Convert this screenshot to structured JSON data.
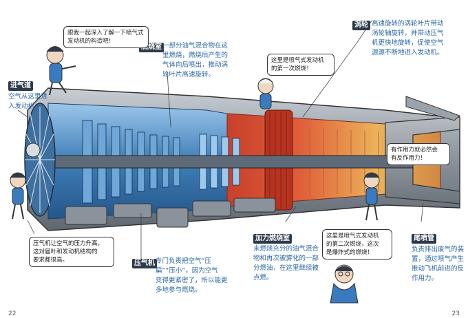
{
  "labels": {
    "inlet": {
      "tag": "进气道",
      "desc": [
        "空气从这里进",
        "入发动机。"
      ]
    },
    "combustor": {
      "tag": "燃烧室",
      "desc": [
        "一部分油气混合物在这",
        "里燃烧，燃烧后产生的",
        "气体向后喷出，推动涡",
        "轮叶片高速旋转。"
      ]
    },
    "turbine": {
      "tag": "涡轮",
      "desc": [
        "高速旋转的涡轮叶片带动",
        "涡轮轴旋转，并带动压气",
        "机更快地旋转，促使空气",
        "源源不断地进入发动机。"
      ]
    },
    "compressor": {
      "tag": "压气机",
      "desc": [
        "专门负责把空气“压",
        "扁”“压小”，因为空气",
        "变得更紧密了，所以能更",
        "多地参与燃烧。"
      ]
    },
    "afterburner": {
      "tag": "加力燃烧室",
      "desc": [
        "未燃烧充分的油气混合",
        "物和再次被雾化的一部",
        "分燃油，在这里继续被",
        "点燃。"
      ]
    },
    "nozzle": {
      "tag": "尾喷管",
      "desc": [
        "负责排出废气的装",
        "置，通过喷气产生",
        "推动飞机前进的反",
        "作用力。"
      ]
    }
  },
  "bubbles": {
    "intro": [
      "跟我一起深入了解一下喷气式",
      "发动机的构造吧！"
    ],
    "first_burn": [
      "这里是喷气式发动机",
      "的第一次燃烧！"
    ],
    "reaction": [
      "有作用力就必然会",
      "有反作用力！"
    ],
    "compressor_note": [
      "压气机让空气的压力升高，",
      "这对届叶和发动机结构的",
      "要求都很高。"
    ],
    "second_burn": [
      "这里是喷气式发动机",
      "的第二次燃烧，这次",
      "是爆炸式的燃烧！"
    ]
  },
  "pages": {
    "left": "22",
    "right": "23"
  },
  "colors": {
    "tag_bg": "#2d3a4b",
    "desc_text": "#2a67a5",
    "engine_blue": "#3f7fb8",
    "engine_red": "#c8402a",
    "engine_orange": "#e2883a",
    "engine_gray": "#7c858f"
  }
}
